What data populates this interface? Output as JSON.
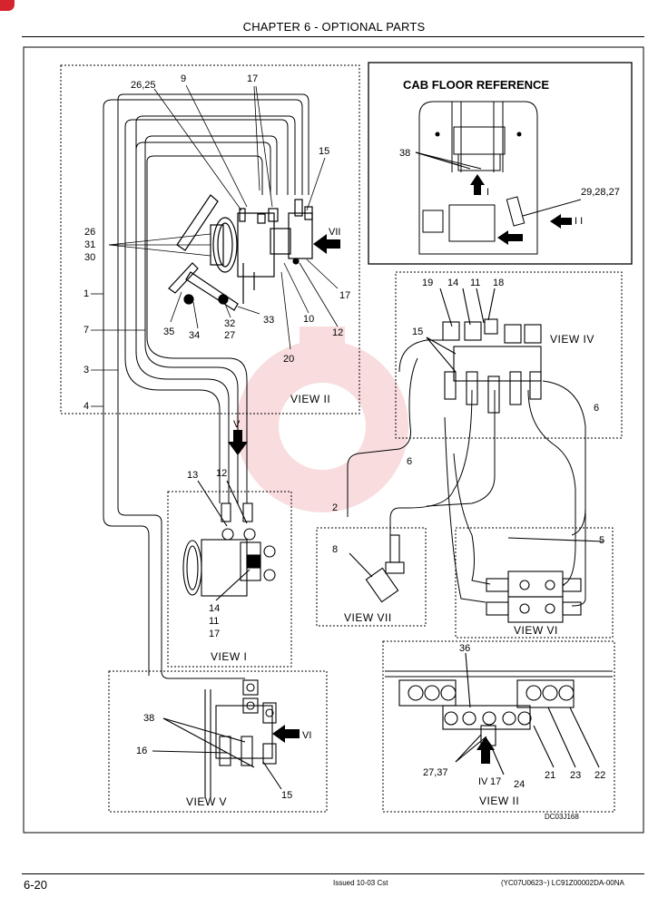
{
  "header": {
    "chapter_title": "CHAPTER 6 - OPTIONAL PARTS"
  },
  "footer": {
    "page_number": "6-20",
    "issued": "Issued 10-03   Cst",
    "codes": "(YC07U0623~)   LC91Z00002DA-00NA"
  },
  "diagram": {
    "drawing_id": "DC03J168",
    "cab_floor": {
      "title": "CAB FLOOR REFERENCE",
      "callouts": {
        "c38": "38",
        "c292827": "29,28,27",
        "arrow_i": "I",
        "arrow_ii": "I I"
      }
    },
    "views": {
      "view_ii_main": "VIEW  II",
      "view_i": "VIEW I",
      "view_iv": "VIEW IV",
      "view_v": "VIEW V",
      "view_vi": "VIEW VI",
      "view_vii": "VIEW VII",
      "view_ii_lower": "VIEW II"
    },
    "arrows": {
      "v": "V",
      "vi": "VI",
      "vii": "VII",
      "iv": "IV"
    },
    "callouts": {
      "n2625": "26,25",
      "n9": "9",
      "n17a": "17",
      "n15a": "15",
      "n26": "26",
      "n31": "31",
      "n30": "30",
      "n1": "1",
      "n7": "7",
      "n3": "3",
      "n4": "4",
      "n35": "35",
      "n34": "34",
      "n32": "32",
      "n27": "27",
      "n33": "33",
      "n10": "10",
      "n12a": "12",
      "n17b": "17",
      "n20": "20",
      "n19": "19",
      "n14a": "14",
      "n11a": "11",
      "n18": "18",
      "n15b": "15",
      "n6a": "6",
      "n6b": "6",
      "n2": "2",
      "n8": "8",
      "n5": "5",
      "n13": "13",
      "n12b": "12",
      "n14b": "14",
      "n11b": "11",
      "n17c": "17",
      "n38": "38",
      "n16": "16",
      "n15c": "15",
      "n36": "36",
      "n2737": "27,37",
      "n17d": "17",
      "n24": "24",
      "n21": "21",
      "n23": "23",
      "n22": "22"
    }
  }
}
